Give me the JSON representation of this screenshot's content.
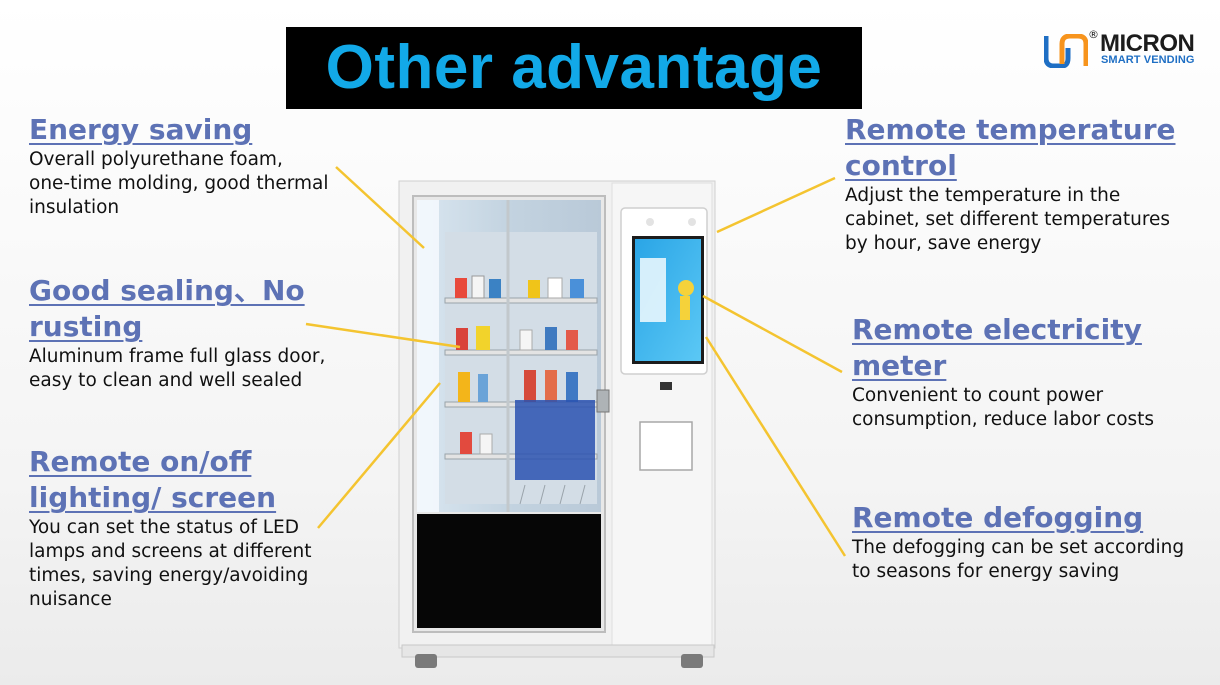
{
  "title": "Other advantage",
  "logo": {
    "registered": "®",
    "name": "MICRON",
    "subtitle": "SMART VENDING"
  },
  "colors": {
    "title_bg": "#000000",
    "title_text": "#12a9e8",
    "heading": "#5d72b5",
    "leader_line": "#f4c430",
    "logo_blue": "#1f6fc4",
    "logo_orange": "#f7941d"
  },
  "features": [
    {
      "title": "Energy saving",
      "desc": "Overall polyurethane foam, one-time molding, good thermal insulation"
    },
    {
      "title": "Good sealing、No rusting",
      "desc": "Aluminum frame full glass door, easy to clean and well sealed"
    },
    {
      "title": "Remote on/off lighting/ screen",
      "desc": "You can set the status of LED lamps and screens at different times, saving energy/avoiding nuisance"
    },
    {
      "title": "Remote temperature control",
      "desc": "Adjust the temperature in the cabinet, set different temperatures by hour, save energy"
    },
    {
      "title": "Remote electricity meter",
      "desc": "Convenient to count power consumption, reduce  labor costs"
    },
    {
      "title": "Remote defogging",
      "desc": "The defogging can be set according to seasons for energy saving"
    }
  ]
}
